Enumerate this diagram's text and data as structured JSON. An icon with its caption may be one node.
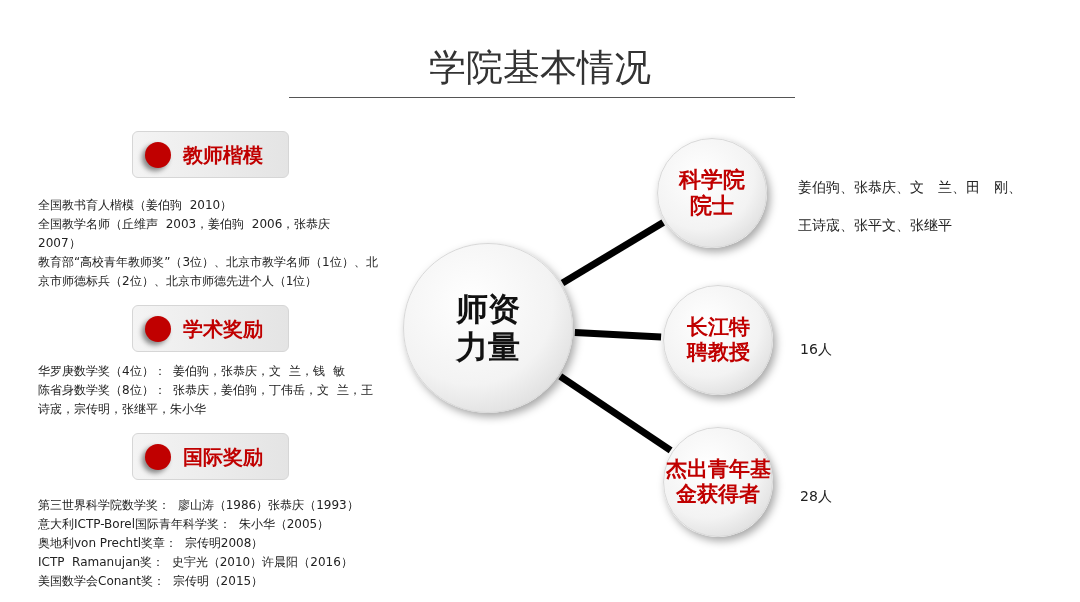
{
  "diagram": {
    "title": "学院基本情况",
    "nodes": [
      {
        "text": [
          "师资力量"
        ]
      },
      {
        "text": [
          "科学院院士"
        ],
        "beside": [
          "姜伯驹、张恭庆、文　兰、田　刚、王诗宬、张平文、张继平"
        ]
      },
      {
        "text": [
          "长江特聘教授"
        ],
        "beside": [
          "16人"
        ]
      },
      {
        "text": [
          "杰出青年基金获得者"
        ],
        "beside": [
          "28人"
        ]
      },
      {
        "text": [
          "教师楷模"
        ]
      },
      {
        "text": [
          "学术奖励"
        ]
      },
      {
        "text": [
          "国际奖励"
        ]
      }
    ],
    "edges": [
      {
        "from": 0,
        "to": 1,
        "arrow": "none"
      },
      {
        "from": 0,
        "to": 2,
        "arrow": "none"
      },
      {
        "from": 0,
        "to": 3,
        "arrow": "none"
      }
    ],
    "labels": [
      "全国教书育人楷模（姜伯驹  2010）",
      "全国教学名师（丘维声  2003，姜伯驹  2006，张恭庆  2007）",
      "教育部“高校青年教师奖”（3位）、北京市教学名师（1位）、北京市师德标兵（2位）、北京市师德先进个人（1位）",
      "华罗庚数学奖（4位）：  姜伯驹，张恭庆，文  兰，钱  敏",
      "陈省身数学奖（8位）：  张恭庆，姜伯驹，丁伟岳，文  兰，王诗宬，宗传明，张继平，朱小华",
      "第三世界科学院数学奖：  廖山涛（1986）张恭庆（1993）",
      "意大利ICTP-Borel国际青年科学奖：  朱小华（2005）",
      "奥地利von Prechtl奖章：  宗传明2008）",
      "ICTP  Ramanujan奖：  史宇光（2010）许晨阳（2016）",
      "美国数学会Conant奖：  宗传明（2015）"
    ]
  }
}
